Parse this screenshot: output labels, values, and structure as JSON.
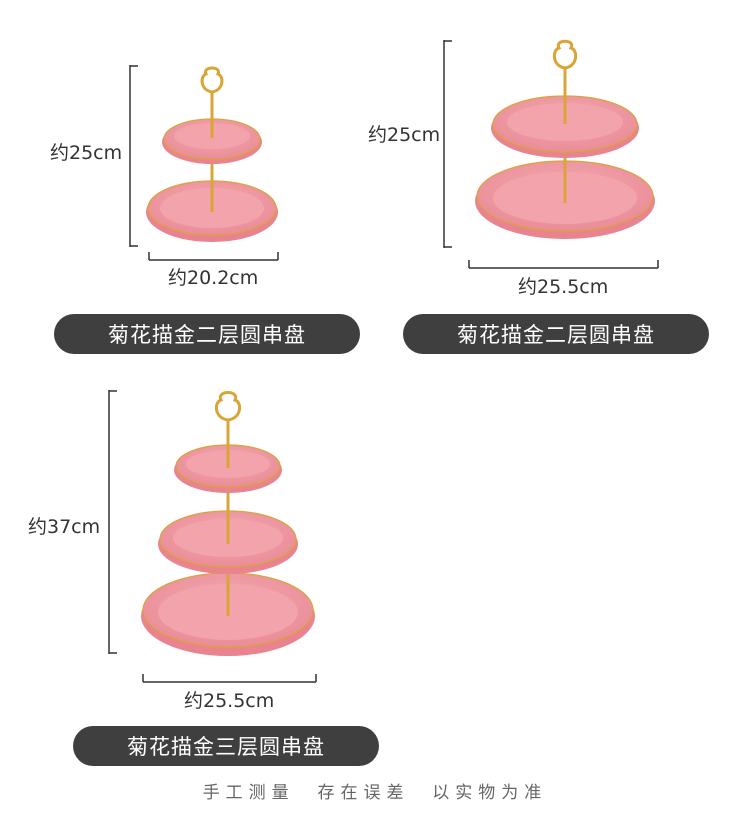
{
  "products": [
    {
      "name": "菊花描金二层圆串盘",
      "height_label": "约25cm",
      "width_label": "约20.2cm"
    },
    {
      "name": "菊花描金二层圆串盘",
      "height_label": "约25cm",
      "width_label": "约25.5cm"
    },
    {
      "name": "菊花描金三层圆串盘",
      "height_label": "约37cm",
      "width_label": "约25.5cm"
    }
  ],
  "footer_note": "手工测量  存在误差  以实物为准",
  "colors": {
    "plate_pink": "#ef9aa3",
    "plate_pink_light": "#f6b7bd",
    "gold": "#d9a537",
    "pill_bg": "#3f3f3f"
  }
}
